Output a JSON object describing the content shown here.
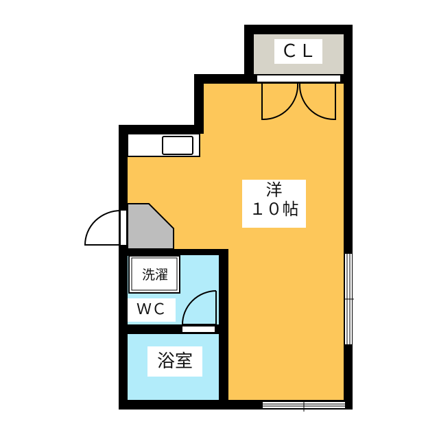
{
  "rooms": {
    "closet": {
      "label": "ＣＬ"
    },
    "western": {
      "type": "洋",
      "size": "１０帖"
    },
    "laundry": {
      "label": "洗濯"
    },
    "toilet": {
      "label": "ＷＣ"
    },
    "bath": {
      "label": "浴室"
    }
  },
  "colors": {
    "wall": "#000000",
    "room": "#fdc75a",
    "wet": "#b2ecfa",
    "closet": "#d6d3c8",
    "entrance": "#bdbdbd"
  }
}
